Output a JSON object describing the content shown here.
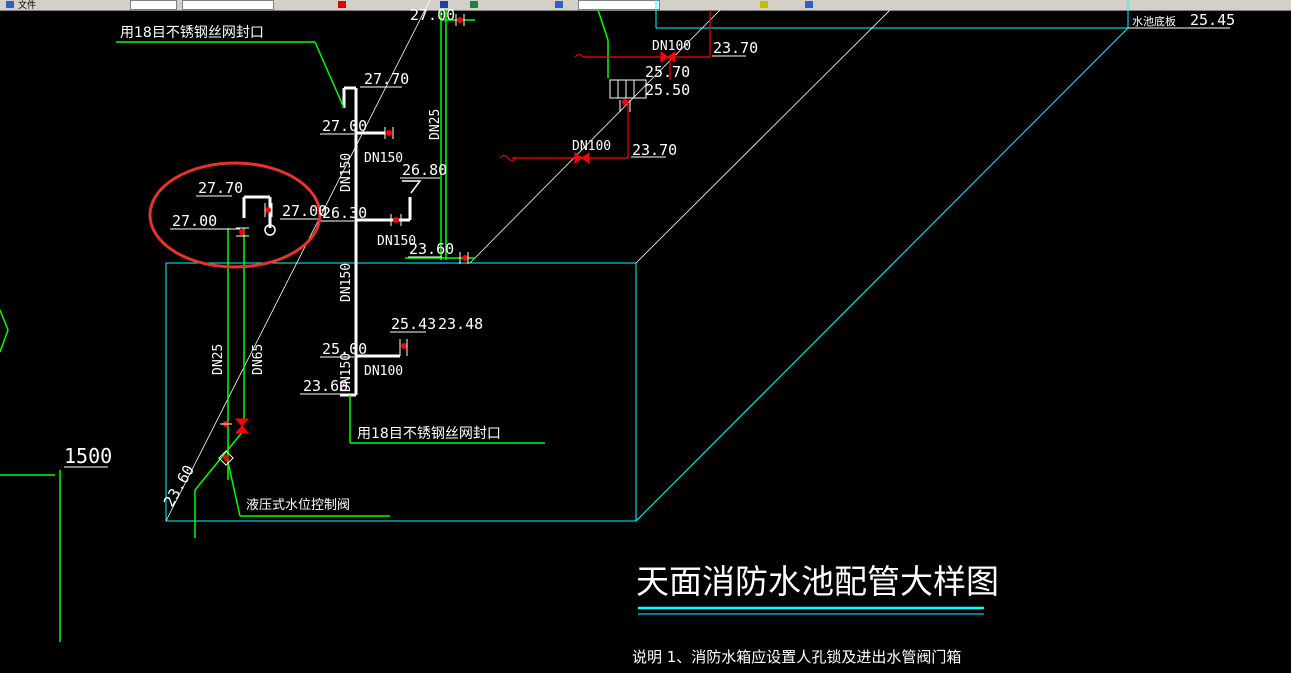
{
  "toolbar": {
    "menu_label": "文件",
    "layer_field": "",
    "style_field": ""
  },
  "colors": {
    "background": "#000000",
    "pipe": "#ffffff",
    "leader": "#00ff00",
    "outline": "#00ffff",
    "valve": "#ff0000",
    "callout": "#e8332a"
  },
  "labels": {
    "mesh_top": "用18目不锈钢丝网封口",
    "mesh_bottom": "用18目不锈钢丝网封口",
    "hydraulic_valve": "液压式水位控制阀",
    "tank_bottom": "水池底板",
    "tank_bottom_elev": "25.45"
  },
  "elevations": {
    "e_27_70_main": "27.70",
    "e_27_00_main": "27.00",
    "e_26_80": "26.80",
    "e_26_30": "26.30",
    "e_23_60_mid": "23.60",
    "e_25_43": "25.43",
    "e_23_48": "23.48",
    "e_25_00": "25.00",
    "e_23_60_low": "23.60",
    "e_27_70_box": "27.70",
    "e_27_00_box": "27.00",
    "e_27_00_box_right": "27.00",
    "e_23_60_diag": "23.60",
    "e_27_00_top": "27.00",
    "e_25_70": "25.70",
    "e_25_50": "25.50",
    "e_23_70_a": "23.70",
    "e_23_70_b": "23.70",
    "e_1500": "1500"
  },
  "diameters": {
    "dn150_a": "DN150",
    "dn150_b": "DN150",
    "dn150_c": "DN150",
    "dn150_d": "DN150",
    "dn150_e": "DN150",
    "dn100_a": "DN100",
    "dn100_b": "DN100",
    "dn100_c": "DN100",
    "dn25_a": "DN25",
    "dn25_b": "DN25",
    "dn65": "DN65"
  },
  "title": {
    "main": "天面消防水池配管大样图",
    "note": "说明 1、消防水箱应设置人孔锁及进出水管阀门箱"
  }
}
